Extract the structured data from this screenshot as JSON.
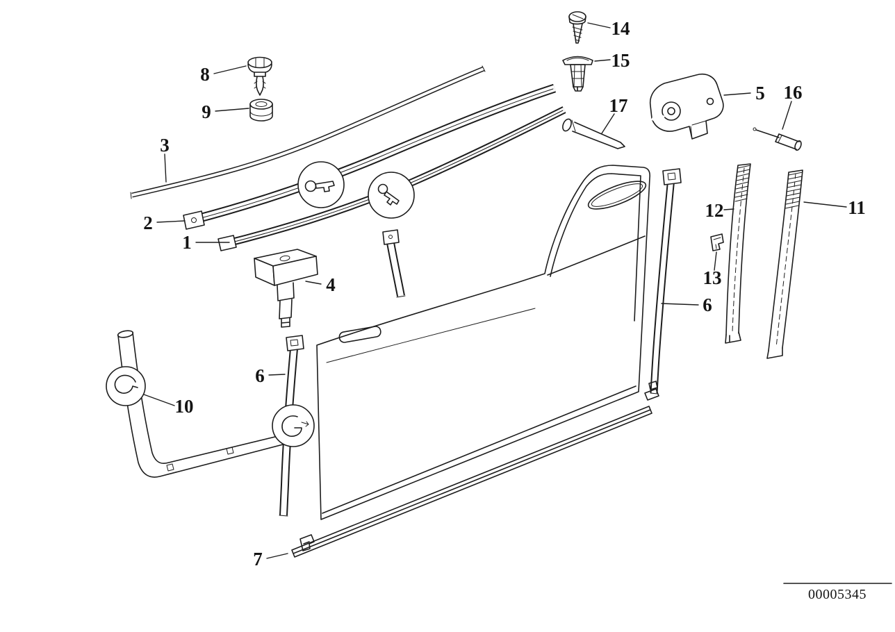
{
  "diagram": {
    "code": "00005345",
    "background": "#ffffff",
    "line_color": "#1c1c1c"
  },
  "callouts": {
    "c1": {
      "label": "1"
    },
    "c2": {
      "label": "2"
    },
    "c3": {
      "label": "3"
    },
    "c4": {
      "label": "4"
    },
    "c5": {
      "label": "5"
    },
    "c6_left": {
      "label": "6"
    },
    "c6_right": {
      "label": "6"
    },
    "c7": {
      "label": "7"
    },
    "c8": {
      "label": "8"
    },
    "c9": {
      "label": "9"
    },
    "c10": {
      "label": "10"
    },
    "c11": {
      "label": "11"
    },
    "c12": {
      "label": "12"
    },
    "c13": {
      "label": "13"
    },
    "c14": {
      "label": "14"
    },
    "c15": {
      "label": "15"
    },
    "c16": {
      "label": "16"
    },
    "c17": {
      "label": "17"
    }
  },
  "icons": {
    "detail_key_left": "key-icon",
    "detail_key_right": "key-icon",
    "detail_hook_left": "hook-clip-icon",
    "detail_clamp_center": "clamp-clip-icon"
  }
}
